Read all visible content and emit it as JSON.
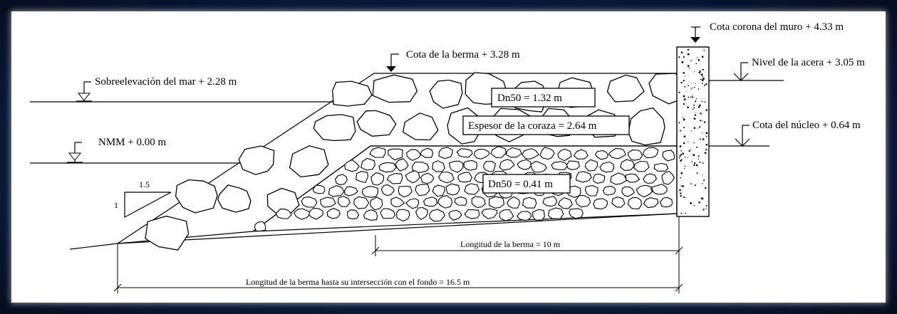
{
  "labels": {
    "crown": "Cota corona del muro + 4.33 m",
    "berm_level": "Cota de la berma + 3.28 m",
    "sidewalk": "Nivel de la acera + 3.05 m",
    "sea_surge": "Sobreelevación del mar + 2.28 m",
    "armor_dn50": "Dn50 = 1.32 m",
    "armor_thickness": "Espesor de la coraza = 2.64 m",
    "core_level": "Cota del núcleo + 0.64 m",
    "nmm": "NMM + 0.00 m",
    "core_dn50": "Dn50 = 0.41 m",
    "slope_h": "1.5",
    "slope_v": "1",
    "berm_length": "Longitud de la berma = 10 m",
    "total_length": "Longitud de la berma hasta su intersección con el fondo = 16.5 m"
  },
  "colors": {
    "frame": "#0c1e44",
    "sheet": "#ffffff",
    "ink": "#000000"
  }
}
